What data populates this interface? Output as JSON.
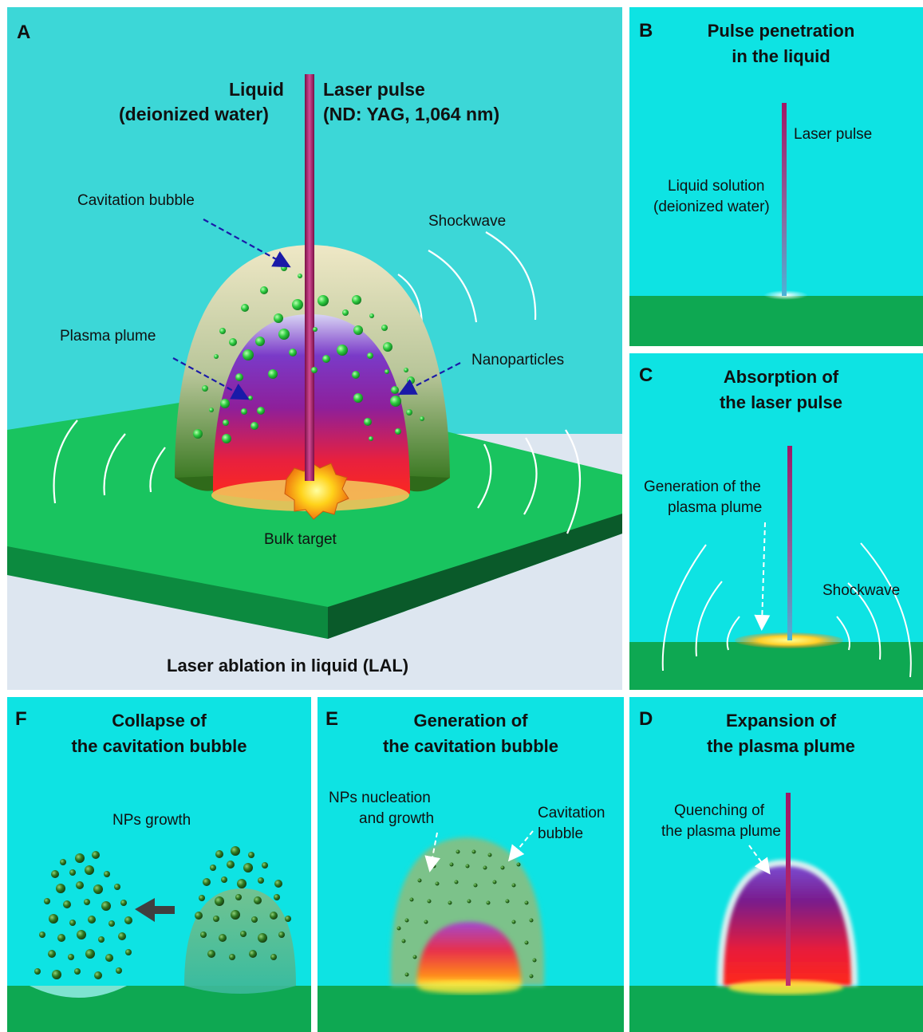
{
  "panel_a": {
    "letter": "A",
    "liquid_line1": "Liquid",
    "liquid_line2": "(deionized water)",
    "laser_line1": "Laser pulse",
    "laser_line2": "(ND: YAG, 1,064 nm)",
    "cavitation_bubble": "Cavitation bubble",
    "shockwave": "Shockwave",
    "plasma_plume": "Plasma plume",
    "nanoparticles": "Nanoparticles",
    "bulk_target": "Bulk target",
    "caption": "Laser ablation in liquid (LAL)"
  },
  "panel_b": {
    "letter": "B",
    "title_line1": "Pulse penetration",
    "title_line2": "in the liquid",
    "laser_pulse": "Laser pulse",
    "liquid_line1": "Liquid solution",
    "liquid_line2": "(deionized water)"
  },
  "panel_c": {
    "letter": "C",
    "title_line1": "Absorption of",
    "title_line2": "the laser pulse",
    "gen_line1": "Generation of the",
    "gen_line2": "plasma plume",
    "shockwave": "Shockwave"
  },
  "panel_d": {
    "letter": "D",
    "title_line1": "Expansion of",
    "title_line2": "the plasma plume",
    "quench_line1": "Quenching of",
    "quench_line2": "the plasma plume"
  },
  "panel_e": {
    "letter": "E",
    "title_line1": "Generation of",
    "title_line2": "the cavitation bubble",
    "nps_line1": "NPs nucleation",
    "nps_line2": "and growth",
    "cav_line1": "Cavitation",
    "cav_line2": "bubble"
  },
  "panel_f": {
    "letter": "F",
    "title_line1": "Collapse of",
    "title_line2": "the cavitation bubble",
    "nps_growth": "NPs growth"
  },
  "colors": {
    "liquid": "#0ee3e3",
    "liquid_a": "#3cd7d7",
    "ground": "#0ea852",
    "ground_a": "#19c45f",
    "laser": "#b0206e",
    "particle": "#2fc94a",
    "bubble_shell": "#efe9c8"
  }
}
